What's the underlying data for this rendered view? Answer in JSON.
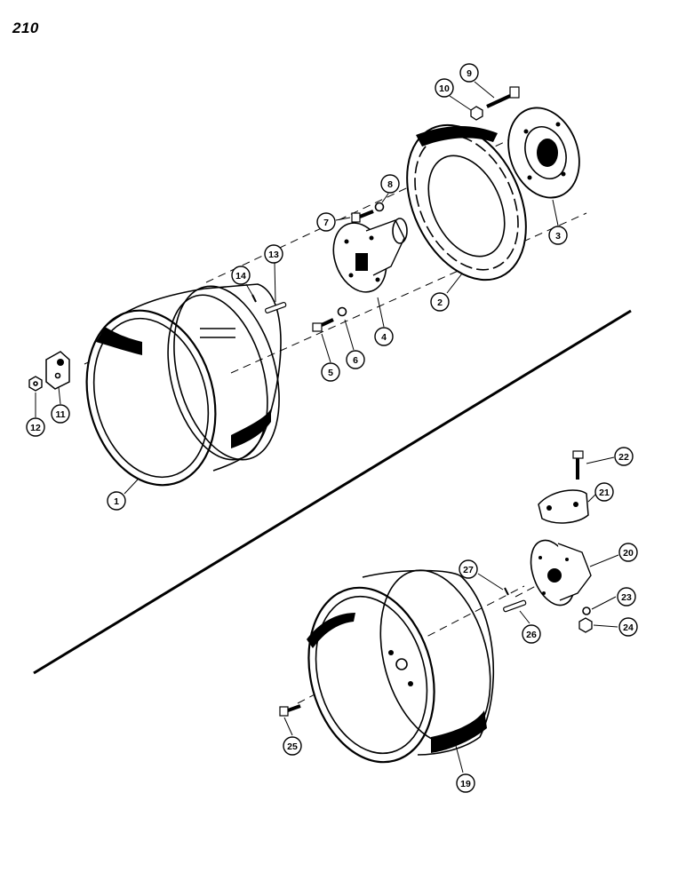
{
  "page_number": "210",
  "callouts": {
    "c1": "1",
    "c2": "2",
    "c3": "3",
    "c4": "4",
    "c5": "5",
    "c6": "6",
    "c7": "7",
    "c8": "8",
    "c9": "9",
    "c10": "10",
    "c11": "11",
    "c12": "12",
    "c13": "13",
    "c14": "14",
    "c19": "19",
    "c20": "20",
    "c21": "21",
    "c22": "22",
    "c23": "23",
    "c24": "24",
    "c25": "25",
    "c26": "26",
    "c27": "27"
  }
}
